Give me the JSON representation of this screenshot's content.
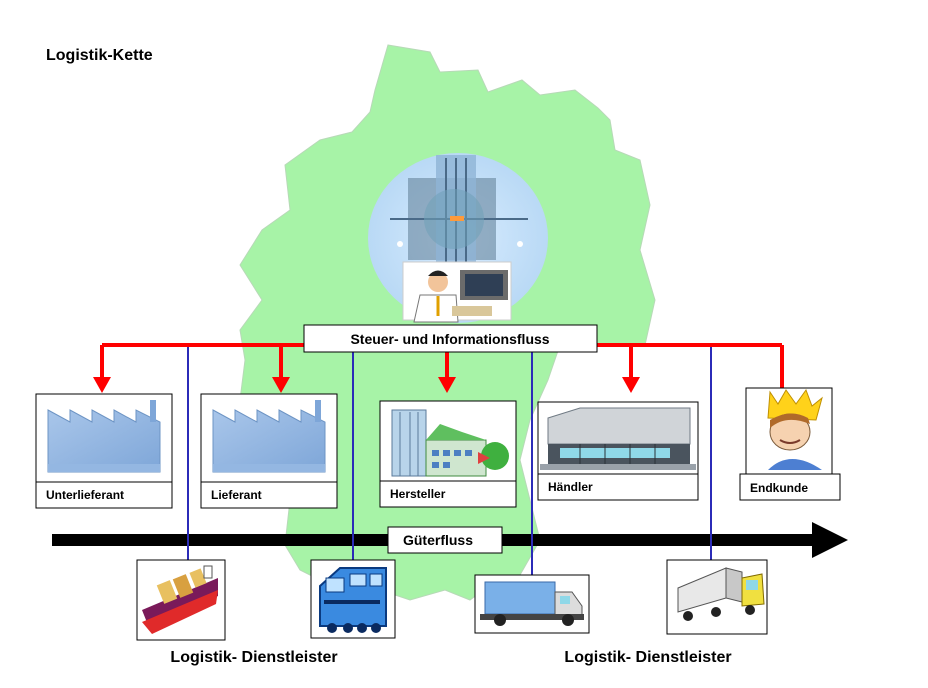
{
  "title": "Logistik-Kette",
  "info_flow_label": "Steuer- und Informationsfluss",
  "goods_flow_label": "Güterfluss",
  "stations": [
    {
      "id": "unterlieferant",
      "label": "Unterlieferant",
      "icon": "factory-icon"
    },
    {
      "id": "lieferant",
      "label": "Lieferant",
      "icon": "factory-icon"
    },
    {
      "id": "hersteller",
      "label": "Hersteller",
      "icon": "manufacturer-building-icon"
    },
    {
      "id": "haendler",
      "label": "Händler",
      "icon": "warehouse-icon"
    },
    {
      "id": "endkunde",
      "label": "Endkunde",
      "icon": "customer-king-icon"
    }
  ],
  "providers": [
    {
      "icon": "cargo-ship-icon"
    },
    {
      "icon": "locomotive-icon"
    },
    {
      "icon": "delivery-van-icon"
    },
    {
      "icon": "semi-truck-icon"
    }
  ],
  "provider_labels": [
    "Logistik- Dienstleister",
    "Logistik- Dienstleister"
  ],
  "colors": {
    "info_flow": "#ff0000",
    "goods_flow": "#000000",
    "connector": "#2b2bb8",
    "map_fill": "#a7f3a7"
  }
}
